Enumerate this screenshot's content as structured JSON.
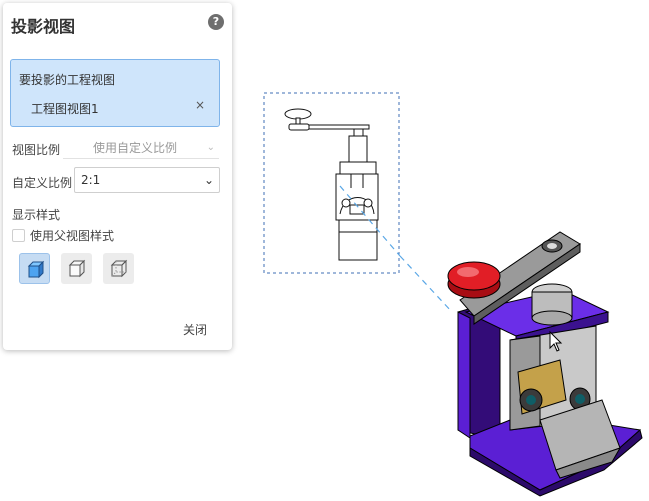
{
  "panel": {
    "title": "投影视图",
    "help_glyph": "?",
    "views_to_project_label": "要投影的工程视图",
    "selected_view": "工程图视图1",
    "remove_glyph": "×",
    "view_scale_label": "视图比例",
    "view_scale_value": "使用自定义比例",
    "custom_scale_label": "自定义比例",
    "custom_scale_value": "2:1",
    "display_style_label": "显示样式",
    "use_parent_style_label": "使用父视图样式",
    "use_parent_style_checked": false,
    "display_style_buttons": [
      "shaded-cube-icon",
      "hidden-lines-cube-icon",
      "wireframe-cube-icon"
    ],
    "close_label": "关闭"
  },
  "colors": {
    "selection_bg": "#cfe5fb",
    "selection_border": "#7fb4ea",
    "bracket_purple": "#5b1fd4",
    "cap_red": "#e11e26",
    "dashed_frame": "#3f6fb5"
  }
}
